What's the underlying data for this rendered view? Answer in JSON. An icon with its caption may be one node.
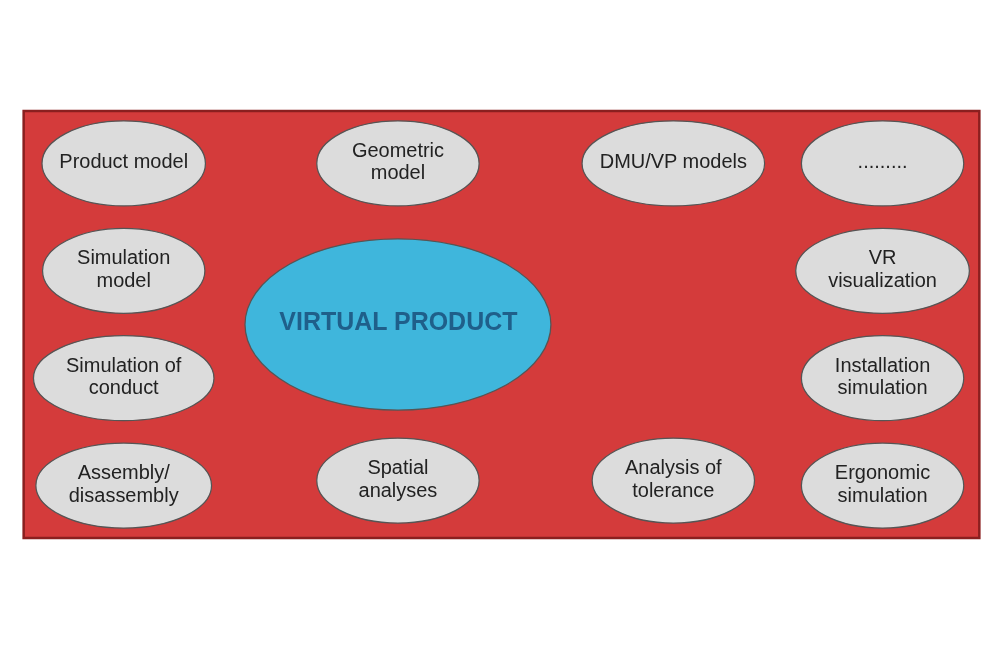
{
  "diagram": {
    "nodes": [
      {
        "text": [],
        "shape": "box"
      },
      {
        "text": [
          "Geometric model"
        ],
        "in": 0
      },
      {
        "text": [
          "DMU/VP models"
        ],
        "in": 0
      },
      {
        "text": [
          "Product model"
        ],
        "in": 0
      },
      {
        "text": [
          "VR visualization"
        ],
        "in": 0
      },
      {
        "text": [
          "Simulation model"
        ],
        "in": 0
      },
      {
        "text": [
          "........."
        ],
        "in": 0
      },
      {
        "text": [
          "VIRTUAL PRODUCT"
        ],
        "in": 0
      },
      {
        "text": [
          "Simulation of conduct"
        ],
        "in": 0
      },
      {
        "text": [
          "Installation simulation"
        ],
        "in": 0
      },
      {
        "text": [
          "Assembly/ disassembly"
        ],
        "in": 0
      },
      {
        "text": [
          "Ergonomic simulation"
        ],
        "in": 0
      },
      {
        "text": [
          "Spatial analyses"
        ],
        "in": 0
      },
      {
        "text": [
          "Analysis of tolerance"
        ],
        "in": 0
      }
    ]
  }
}
